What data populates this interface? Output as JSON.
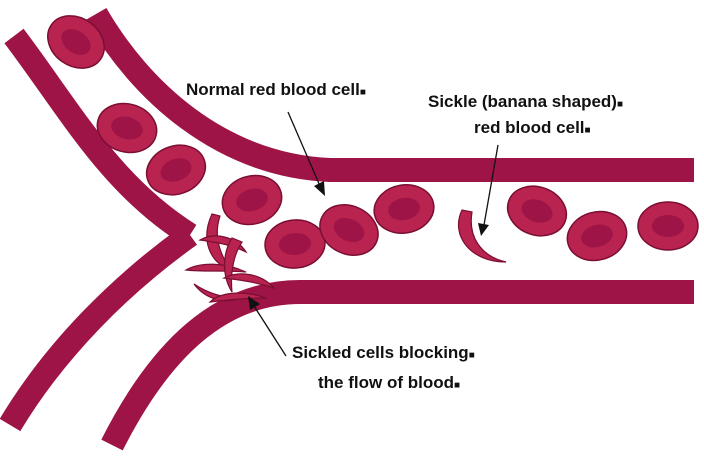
{
  "colors": {
    "vessel": "#9e1446",
    "cell_outer": "#b8234f",
    "cell_inner": "#9e1446",
    "cell_edge": "#7a0e33",
    "text": "#111111",
    "arrow": "#111111"
  },
  "labels": {
    "normal_cell": "Normal red blood cell",
    "sickle_line1": "Sickle (banana shaped)",
    "sickle_line2": "red blood cell",
    "blocking_line1": "Sickled cells blocking",
    "blocking_line2": "the flow of blood",
    "marker": "■"
  }
}
